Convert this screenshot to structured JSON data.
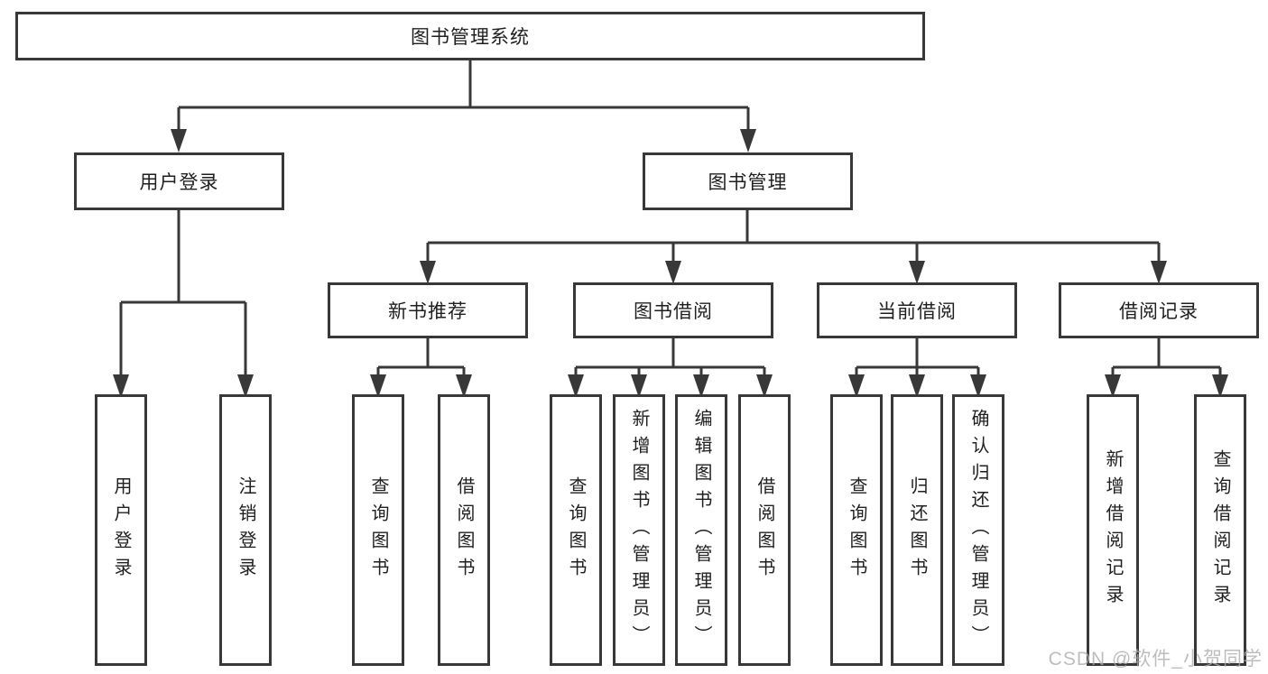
{
  "diagram_title": "图书管理系统",
  "tree": {
    "root": {
      "label": "图书管理系统",
      "children": [
        {
          "label": "用户登录",
          "children": [
            {
              "label": "用户登录"
            },
            {
              "label": "注销登录"
            }
          ]
        },
        {
          "label": "图书管理",
          "children": [
            {
              "label": "新书推荐",
              "children": [
                {
                  "label": "查询图书"
                },
                {
                  "label": "借阅图书"
                }
              ]
            },
            {
              "label": "图书借阅",
              "children": [
                {
                  "label": "查询图书"
                },
                {
                  "label": "新增图书（管理员）"
                },
                {
                  "label": "编辑图书（管理员）"
                },
                {
                  "label": "借阅图书"
                }
              ]
            },
            {
              "label": "当前借阅",
              "children": [
                {
                  "label": "查询图书"
                },
                {
                  "label": "归还图书"
                },
                {
                  "label": "确认归还（管理员）"
                }
              ]
            },
            {
              "label": "借阅记录",
              "children": [
                {
                  "label": "新增借阅记录"
                },
                {
                  "label": "查询借阅记录"
                }
              ]
            }
          ]
        }
      ]
    }
  },
  "watermark": {
    "text": "CSDN @软件_小贺同学"
  },
  "colors": {
    "line": "#383838",
    "box_border": "#383838",
    "box_fill": "#ffffff",
    "text": "#1f1f1f",
    "background": "#ffffff",
    "watermark": "#acacac"
  }
}
